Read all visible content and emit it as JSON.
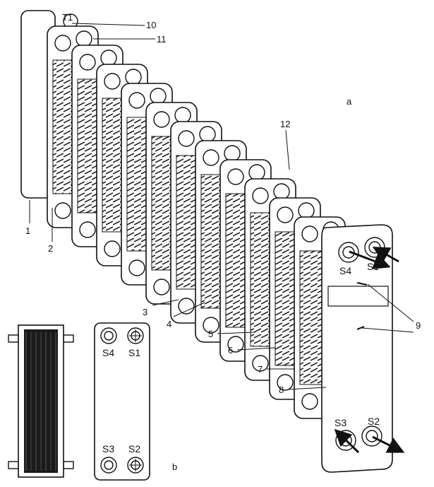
{
  "labels": {
    "port_t1": "T1",
    "panel_a": "a",
    "panel_b": "b",
    "n1": "1",
    "n2": "2",
    "n3": "3",
    "n4": "4",
    "n5": "5",
    "n6": "6",
    "n7": "7",
    "n8": "8",
    "n9": "9",
    "n10": "10",
    "n11": "11",
    "n12": "12"
  },
  "front_ports": {
    "s1": "S1",
    "s2": "S2",
    "s3": "S3",
    "s4": "S4"
  },
  "panel_b_ports": {
    "s1": "S1",
    "s2": "S2",
    "s3": "S3",
    "s4": "S4"
  }
}
